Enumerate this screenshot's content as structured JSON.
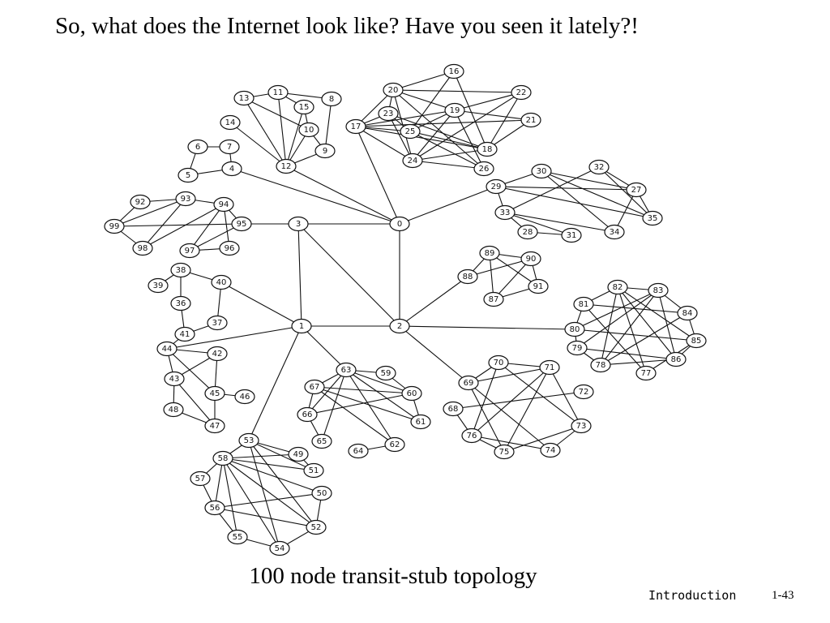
{
  "slide": {
    "title": "So, what does the Internet look like? Have you seen it lately?!",
    "caption": "100 node transit-stub topology",
    "footer_label": "Introduction",
    "page_number": "1-43"
  },
  "graph": {
    "nodes": [
      "0",
      "1",
      "2",
      "3",
      "4",
      "5",
      "6",
      "7",
      "8",
      "9",
      "10",
      "11",
      "12",
      "13",
      "14",
      "15",
      "16",
      "17",
      "18",
      "19",
      "20",
      "21",
      "22",
      "23",
      "24",
      "25",
      "26",
      "27",
      "28",
      "29",
      "30",
      "31",
      "32",
      "33",
      "34",
      "35",
      "36",
      "37",
      "38",
      "39",
      "40",
      "41",
      "42",
      "43",
      "44",
      "45",
      "46",
      "47",
      "48",
      "49",
      "50",
      "51",
      "52",
      "53",
      "54",
      "55",
      "56",
      "57",
      "58",
      "59",
      "60",
      "61",
      "62",
      "63",
      "64",
      "65",
      "66",
      "67",
      "68",
      "69",
      "70",
      "71",
      "72",
      "73",
      "74",
      "75",
      "76",
      "77",
      "78",
      "79",
      "80",
      "81",
      "82",
      "83",
      "84",
      "85",
      "86",
      "87",
      "88",
      "89",
      "90",
      "91",
      "92",
      "93",
      "94",
      "95",
      "96",
      "97",
      "98",
      "99"
    ],
    "edges": [
      [
        "0",
        "3"
      ],
      [
        "0",
        "2"
      ],
      [
        "0",
        "12"
      ],
      [
        "0",
        "17"
      ],
      [
        "0",
        "29"
      ],
      [
        "0",
        "4"
      ],
      [
        "3",
        "1"
      ],
      [
        "3",
        "2"
      ],
      [
        "3",
        "95"
      ],
      [
        "1",
        "2"
      ],
      [
        "1",
        "40"
      ],
      [
        "1",
        "44"
      ],
      [
        "1",
        "53"
      ],
      [
        "1",
        "63"
      ],
      [
        "2",
        "88"
      ],
      [
        "2",
        "80"
      ],
      [
        "2",
        "69"
      ],
      [
        "4",
        "7"
      ],
      [
        "4",
        "5"
      ],
      [
        "5",
        "6"
      ],
      [
        "6",
        "7"
      ],
      [
        "12",
        "13"
      ],
      [
        "12",
        "11"
      ],
      [
        "12",
        "14"
      ],
      [
        "12",
        "15"
      ],
      [
        "12",
        "10"
      ],
      [
        "12",
        "9"
      ],
      [
        "11",
        "15"
      ],
      [
        "11",
        "8"
      ],
      [
        "13",
        "11"
      ],
      [
        "8",
        "9"
      ],
      [
        "10",
        "15"
      ],
      [
        "9",
        "10"
      ],
      [
        "13",
        "10"
      ],
      [
        "16",
        "20"
      ],
      [
        "16",
        "25"
      ],
      [
        "16",
        "18"
      ],
      [
        "20",
        "22"
      ],
      [
        "20",
        "19"
      ],
      [
        "20",
        "23"
      ],
      [
        "20",
        "17"
      ],
      [
        "20",
        "24"
      ],
      [
        "20",
        "26"
      ],
      [
        "17",
        "23"
      ],
      [
        "17",
        "19"
      ],
      [
        "17",
        "21"
      ],
      [
        "17",
        "24"
      ],
      [
        "17",
        "25"
      ],
      [
        "17",
        "18"
      ],
      [
        "23",
        "25"
      ],
      [
        "23",
        "24"
      ],
      [
        "23",
        "18"
      ],
      [
        "19",
        "25"
      ],
      [
        "19",
        "22"
      ],
      [
        "19",
        "26"
      ],
      [
        "19",
        "24"
      ],
      [
        "19",
        "21"
      ],
      [
        "22",
        "18"
      ],
      [
        "22",
        "24"
      ],
      [
        "21",
        "18"
      ],
      [
        "25",
        "26"
      ],
      [
        "24",
        "18"
      ],
      [
        "24",
        "26"
      ],
      [
        "25",
        "18"
      ],
      [
        "29",
        "30"
      ],
      [
        "29",
        "33"
      ],
      [
        "29",
        "27"
      ],
      [
        "30",
        "27"
      ],
      [
        "30",
        "35"
      ],
      [
        "30",
        "34"
      ],
      [
        "32",
        "27"
      ],
      [
        "32",
        "35"
      ],
      [
        "32",
        "33"
      ],
      [
        "33",
        "28"
      ],
      [
        "33",
        "31"
      ],
      [
        "33",
        "34"
      ],
      [
        "28",
        "31"
      ],
      [
        "27",
        "35"
      ],
      [
        "27",
        "34"
      ],
      [
        "29",
        "35"
      ],
      [
        "92",
        "93"
      ],
      [
        "92",
        "99"
      ],
      [
        "93",
        "94"
      ],
      [
        "93",
        "98"
      ],
      [
        "93",
        "99"
      ],
      [
        "94",
        "95"
      ],
      [
        "94",
        "96"
      ],
      [
        "94",
        "97"
      ],
      [
        "95",
        "97"
      ],
      [
        "95",
        "99"
      ],
      [
        "99",
        "98"
      ],
      [
        "98",
        "94"
      ],
      [
        "96",
        "97"
      ],
      [
        "38",
        "39"
      ],
      [
        "38",
        "40"
      ],
      [
        "38",
        "36"
      ],
      [
        "36",
        "41"
      ],
      [
        "41",
        "37"
      ],
      [
        "37",
        "40"
      ],
      [
        "44",
        "42"
      ],
      [
        "44",
        "43"
      ],
      [
        "44",
        "45"
      ],
      [
        "42",
        "45"
      ],
      [
        "42",
        "43"
      ],
      [
        "43",
        "48"
      ],
      [
        "43",
        "47"
      ],
      [
        "45",
        "46"
      ],
      [
        "45",
        "47"
      ],
      [
        "48",
        "47"
      ],
      [
        "44",
        "41"
      ],
      [
        "53",
        "49"
      ],
      [
        "53",
        "58"
      ],
      [
        "53",
        "51"
      ],
      [
        "53",
        "54"
      ],
      [
        "53",
        "52"
      ],
      [
        "58",
        "49"
      ],
      [
        "58",
        "51"
      ],
      [
        "58",
        "50"
      ],
      [
        "58",
        "52"
      ],
      [
        "58",
        "55"
      ],
      [
        "58",
        "54"
      ],
      [
        "58",
        "56"
      ],
      [
        "57",
        "56"
      ],
      [
        "57",
        "58"
      ],
      [
        "56",
        "50"
      ],
      [
        "56",
        "52"
      ],
      [
        "55",
        "54"
      ],
      [
        "55",
        "56"
      ],
      [
        "54",
        "52"
      ],
      [
        "50",
        "52"
      ],
      [
        "51",
        "49"
      ],
      [
        "63",
        "59"
      ],
      [
        "63",
        "60"
      ],
      [
        "63",
        "61"
      ],
      [
        "63",
        "67"
      ],
      [
        "63",
        "66"
      ],
      [
        "63",
        "65"
      ],
      [
        "67",
        "60"
      ],
      [
        "67",
        "61"
      ],
      [
        "67",
        "62"
      ],
      [
        "67",
        "66"
      ],
      [
        "59",
        "60"
      ],
      [
        "60",
        "61"
      ],
      [
        "66",
        "65"
      ],
      [
        "66",
        "60"
      ],
      [
        "64",
        "62"
      ],
      [
        "63",
        "62"
      ],
      [
        "70",
        "69"
      ],
      [
        "70",
        "71"
      ],
      [
        "70",
        "76"
      ],
      [
        "70",
        "73"
      ],
      [
        "71",
        "69"
      ],
      [
        "71",
        "76"
      ],
      [
        "71",
        "75"
      ],
      [
        "71",
        "73"
      ],
      [
        "69",
        "74"
      ],
      [
        "69",
        "75"
      ],
      [
        "68",
        "72"
      ],
      [
        "68",
        "76"
      ],
      [
        "76",
        "75"
      ],
      [
        "75",
        "73"
      ],
      [
        "73",
        "74"
      ],
      [
        "76",
        "74"
      ],
      [
        "82",
        "83"
      ],
      [
        "82",
        "81"
      ],
      [
        "82",
        "85"
      ],
      [
        "82",
        "78"
      ],
      [
        "82",
        "86"
      ],
      [
        "82",
        "77"
      ],
      [
        "83",
        "84"
      ],
      [
        "83",
        "79"
      ],
      [
        "83",
        "80"
      ],
      [
        "83",
        "78"
      ],
      [
        "83",
        "86"
      ],
      [
        "84",
        "85"
      ],
      [
        "84",
        "78"
      ],
      [
        "81",
        "80"
      ],
      [
        "81",
        "84"
      ],
      [
        "81",
        "77"
      ],
      [
        "80",
        "79"
      ],
      [
        "80",
        "85"
      ],
      [
        "79",
        "78"
      ],
      [
        "79",
        "86"
      ],
      [
        "85",
        "86"
      ],
      [
        "86",
        "78"
      ],
      [
        "77",
        "85"
      ],
      [
        "88",
        "89"
      ],
      [
        "88",
        "90"
      ],
      [
        "89",
        "90"
      ],
      [
        "89",
        "87"
      ],
      [
        "89",
        "91"
      ],
      [
        "90",
        "91"
      ],
      [
        "90",
        "87"
      ],
      [
        "87",
        "91"
      ]
    ]
  }
}
